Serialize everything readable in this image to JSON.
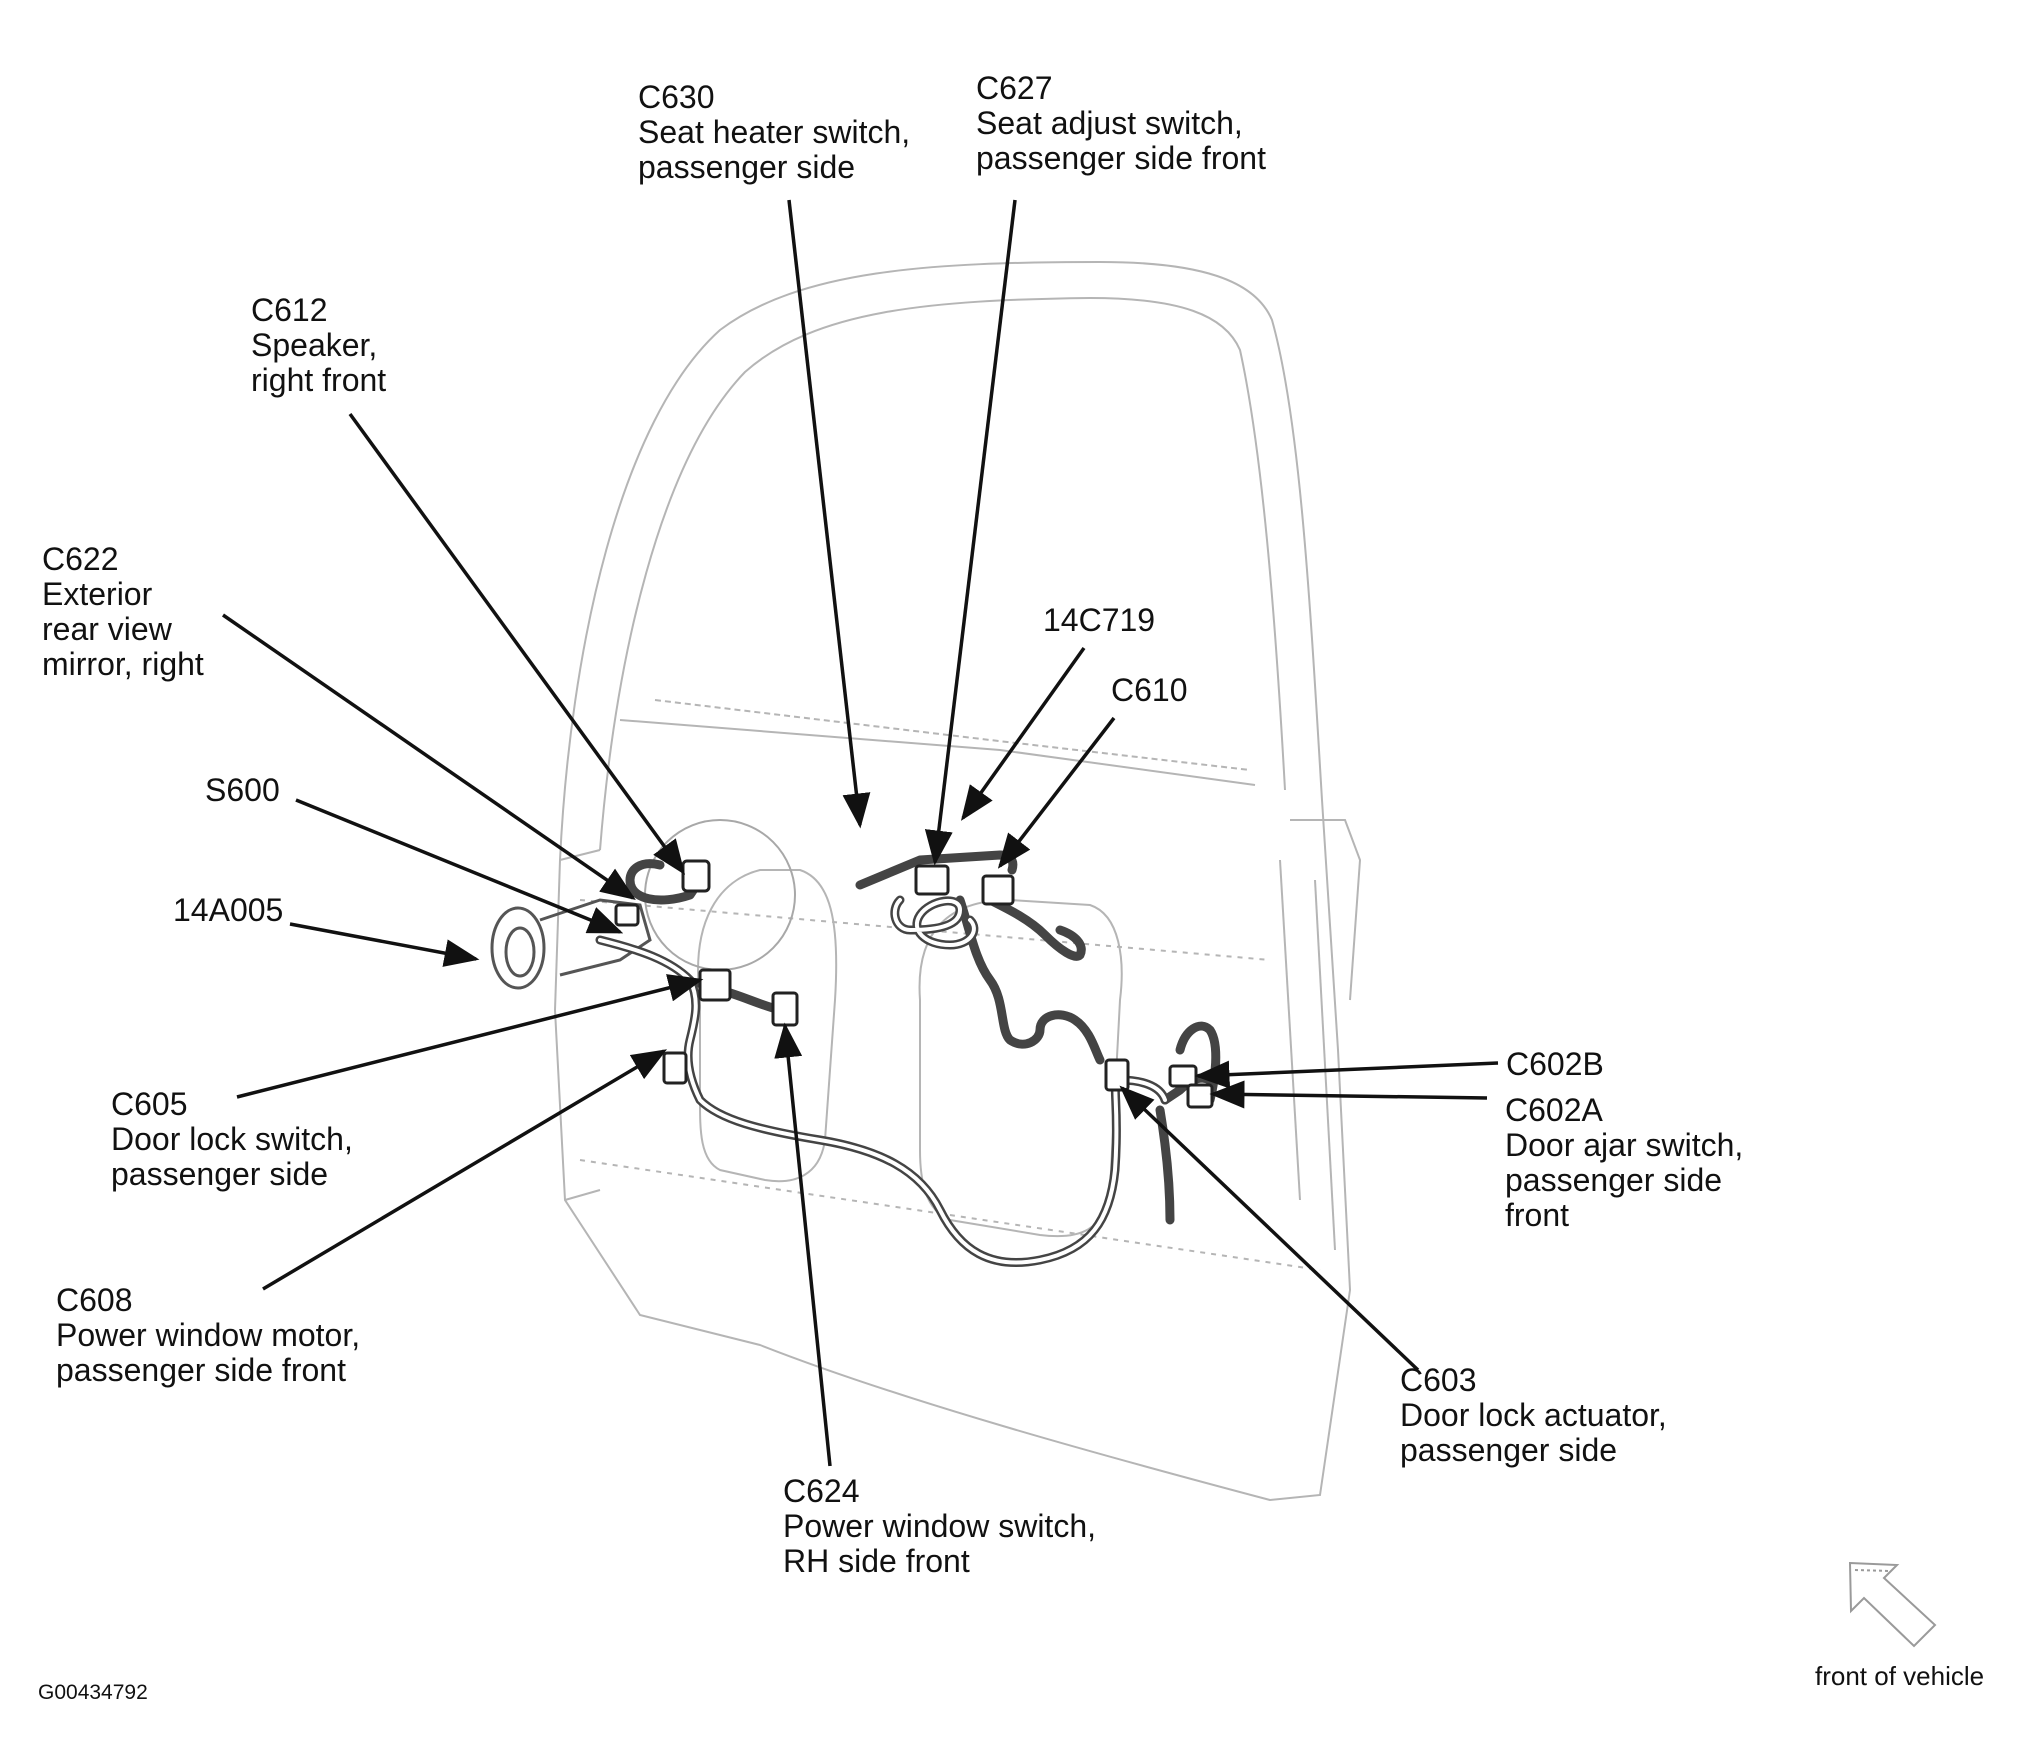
{
  "callouts": {
    "c630": {
      "id": "C630",
      "line1": "Seat heater switch,",
      "line2": "passenger side"
    },
    "c627": {
      "id": "C627",
      "line1": "Seat adjust switch,",
      "line2": "passenger side front"
    },
    "c612": {
      "id": "C612",
      "line1": "Speaker,",
      "line2": "right front"
    },
    "c622": {
      "id": "C622",
      "line1": "Exterior",
      "line2": "rear view",
      "line3": "mirror, right"
    },
    "s600": {
      "id": "S600"
    },
    "a14005": {
      "id": "14A005"
    },
    "c14719": {
      "id": "14C719"
    },
    "c610": {
      "id": "C610"
    },
    "c602b": {
      "id": "C602B"
    },
    "c602a": {
      "id": "C602A",
      "line1": "Door ajar switch,",
      "line2": "passenger side",
      "line3": "front"
    },
    "c605": {
      "id": "C605",
      "line1": "Door lock switch,",
      "line2": "passenger side"
    },
    "c608": {
      "id": "C608",
      "line1": "Power window motor,",
      "line2": "passenger side front"
    },
    "c624": {
      "id": "C624",
      "line1": "Power window switch,",
      "line2": "RH side front"
    },
    "c603": {
      "id": "C603",
      "line1": "Door lock actuator,",
      "line2": "passenger side"
    }
  },
  "figure_id": "G00434792",
  "orientation_label": "front of vehicle"
}
